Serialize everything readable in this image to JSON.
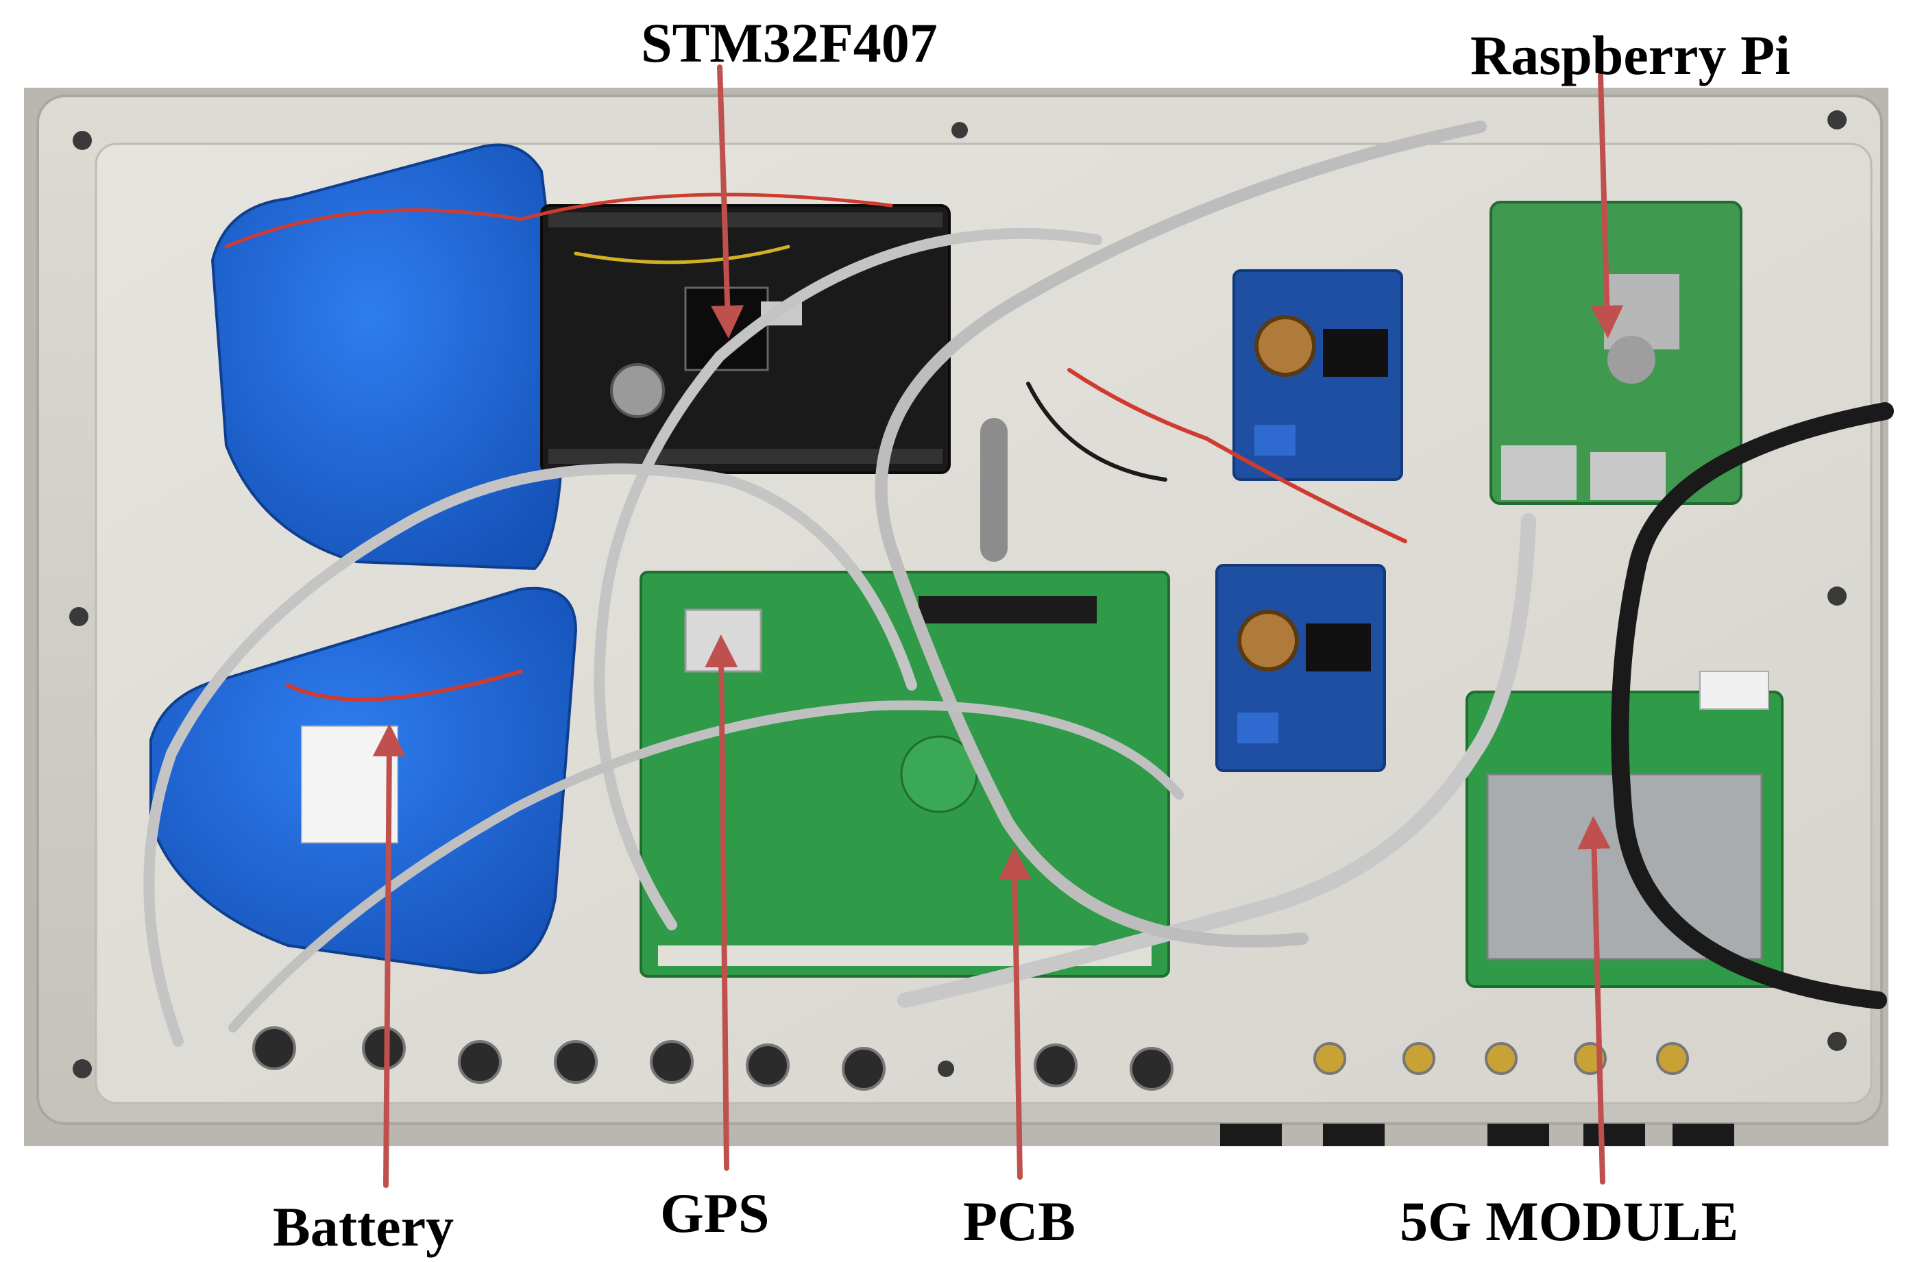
{
  "labels": {
    "mcu": "STM32F407",
    "sbc": "Raspberry Pi",
    "battery": "Battery",
    "gps": "GPS",
    "pcb": "PCB",
    "modem": "5G MODULE"
  },
  "colors": {
    "arrow": "#c0504d",
    "enclosure": "#cfcdc6",
    "battery": "#1e64d4",
    "pcb_green": "#2f9a47",
    "mcu_board": "#1a1a1a",
    "buck_converter": "#1f4fa3"
  }
}
